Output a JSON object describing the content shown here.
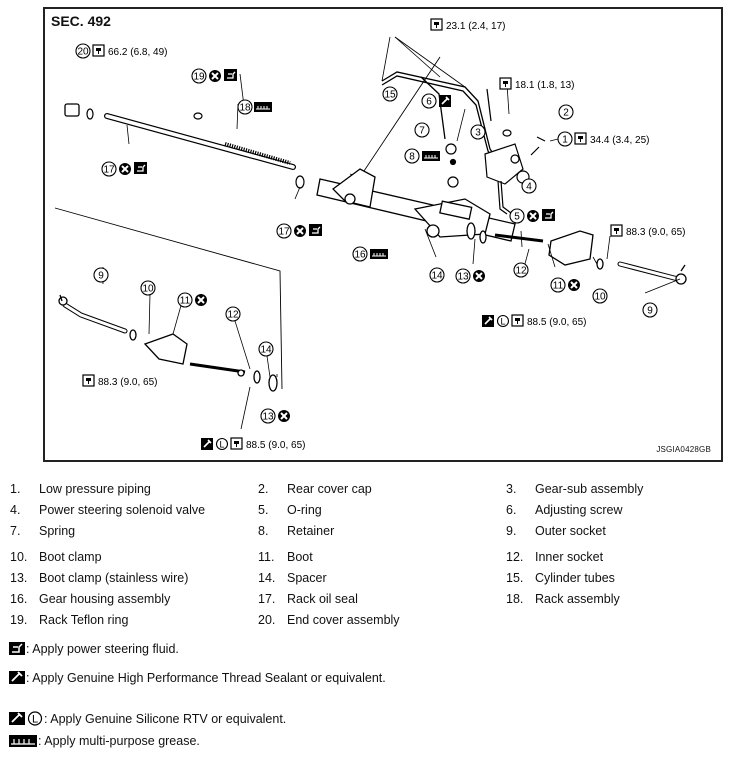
{
  "diagram": {
    "section": "SEC. 492",
    "code": "JSGIA0428GB",
    "callouts": [
      {
        "id": "c1",
        "num": "1",
        "torque": "34.4 (3.4, 25)"
      },
      {
        "id": "c2",
        "num": "2"
      },
      {
        "id": "c3",
        "num": "3"
      },
      {
        "id": "c4",
        "num": "4"
      },
      {
        "id": "c5",
        "num": "5"
      },
      {
        "id": "c6",
        "num": "6"
      },
      {
        "id": "c7",
        "num": "7"
      },
      {
        "id": "c8",
        "num": "8"
      },
      {
        "id": "c9a",
        "num": "9"
      },
      {
        "id": "c9b",
        "num": "9"
      },
      {
        "id": "c10a",
        "num": "10"
      },
      {
        "id": "c10b",
        "num": "10"
      },
      {
        "id": "c11a",
        "num": "11"
      },
      {
        "id": "c11b",
        "num": "11"
      },
      {
        "id": "c12a",
        "num": "12"
      },
      {
        "id": "c12b",
        "num": "12"
      },
      {
        "id": "c13a",
        "num": "13"
      },
      {
        "id": "c13b",
        "num": "13"
      },
      {
        "id": "c14a",
        "num": "14"
      },
      {
        "id": "c14b",
        "num": "14"
      },
      {
        "id": "c15",
        "num": "15"
      },
      {
        "id": "c16",
        "num": "16"
      },
      {
        "id": "c17a",
        "num": "17"
      },
      {
        "id": "c17b",
        "num": "17"
      },
      {
        "id": "c18",
        "num": "18"
      },
      {
        "id": "c19",
        "num": "19"
      },
      {
        "id": "c20",
        "num": "20"
      }
    ],
    "torques": {
      "t20": "66.2 (6.8, 49)",
      "t_tubes": "23.1 (2.4, 17)",
      "t_screw": "18.1 (1.8, 13)",
      "t1": "34.4 (3.4, 25)",
      "t_outer_r": "88.3 (9.0, 65)",
      "t_outer_l": "88.3 (9.0, 65)",
      "t_inner_r": "88.5 (9.0, 65)",
      "t_inner_l": "88.5 (9.0, 65)"
    }
  },
  "legend": [
    [
      {
        "n": "1.",
        "t": "Low pressure piping"
      },
      {
        "n": "2.",
        "t": "Rear cover cap"
      },
      {
        "n": "3.",
        "t": "Gear-sub assembly"
      }
    ],
    [
      {
        "n": "4.",
        "t": "Power steering solenoid valve"
      },
      {
        "n": "5.",
        "t": "O-ring"
      },
      {
        "n": "6.",
        "t": "Adjusting screw"
      }
    ],
    [
      {
        "n": "7.",
        "t": "Spring"
      },
      {
        "n": "8.",
        "t": "Retainer"
      },
      {
        "n": "9.",
        "t": "Outer socket"
      }
    ],
    [
      {
        "n": "10.",
        "t": "Boot clamp"
      },
      {
        "n": "11.",
        "t": "Boot"
      },
      {
        "n": "12.",
        "t": "Inner socket"
      }
    ],
    [
      {
        "n": "13.",
        "t": "Boot clamp (stainless wire)"
      },
      {
        "n": "14.",
        "t": "Spacer"
      },
      {
        "n": "15.",
        "t": "Cylinder tubes"
      }
    ],
    [
      {
        "n": "16.",
        "t": "Gear housing assembly"
      },
      {
        "n": "17.",
        "t": "Rack oil seal"
      },
      {
        "n": "18.",
        "t": "Rack assembly"
      }
    ],
    [
      {
        "n": "19.",
        "t": "Rack Teflon ring"
      },
      {
        "n": "20.",
        "t": "End cover assembly"
      },
      {
        "n": "",
        "t": ""
      }
    ]
  ],
  "notes": {
    "fluid": ": Apply power steering fluid.",
    "thread": ": Apply Genuine High Performance Thread Sealant or equivalent.",
    "rtv": ": Apply Genuine Silicone RTV or equivalent.",
    "grease": ": Apply multi-purpose grease."
  }
}
